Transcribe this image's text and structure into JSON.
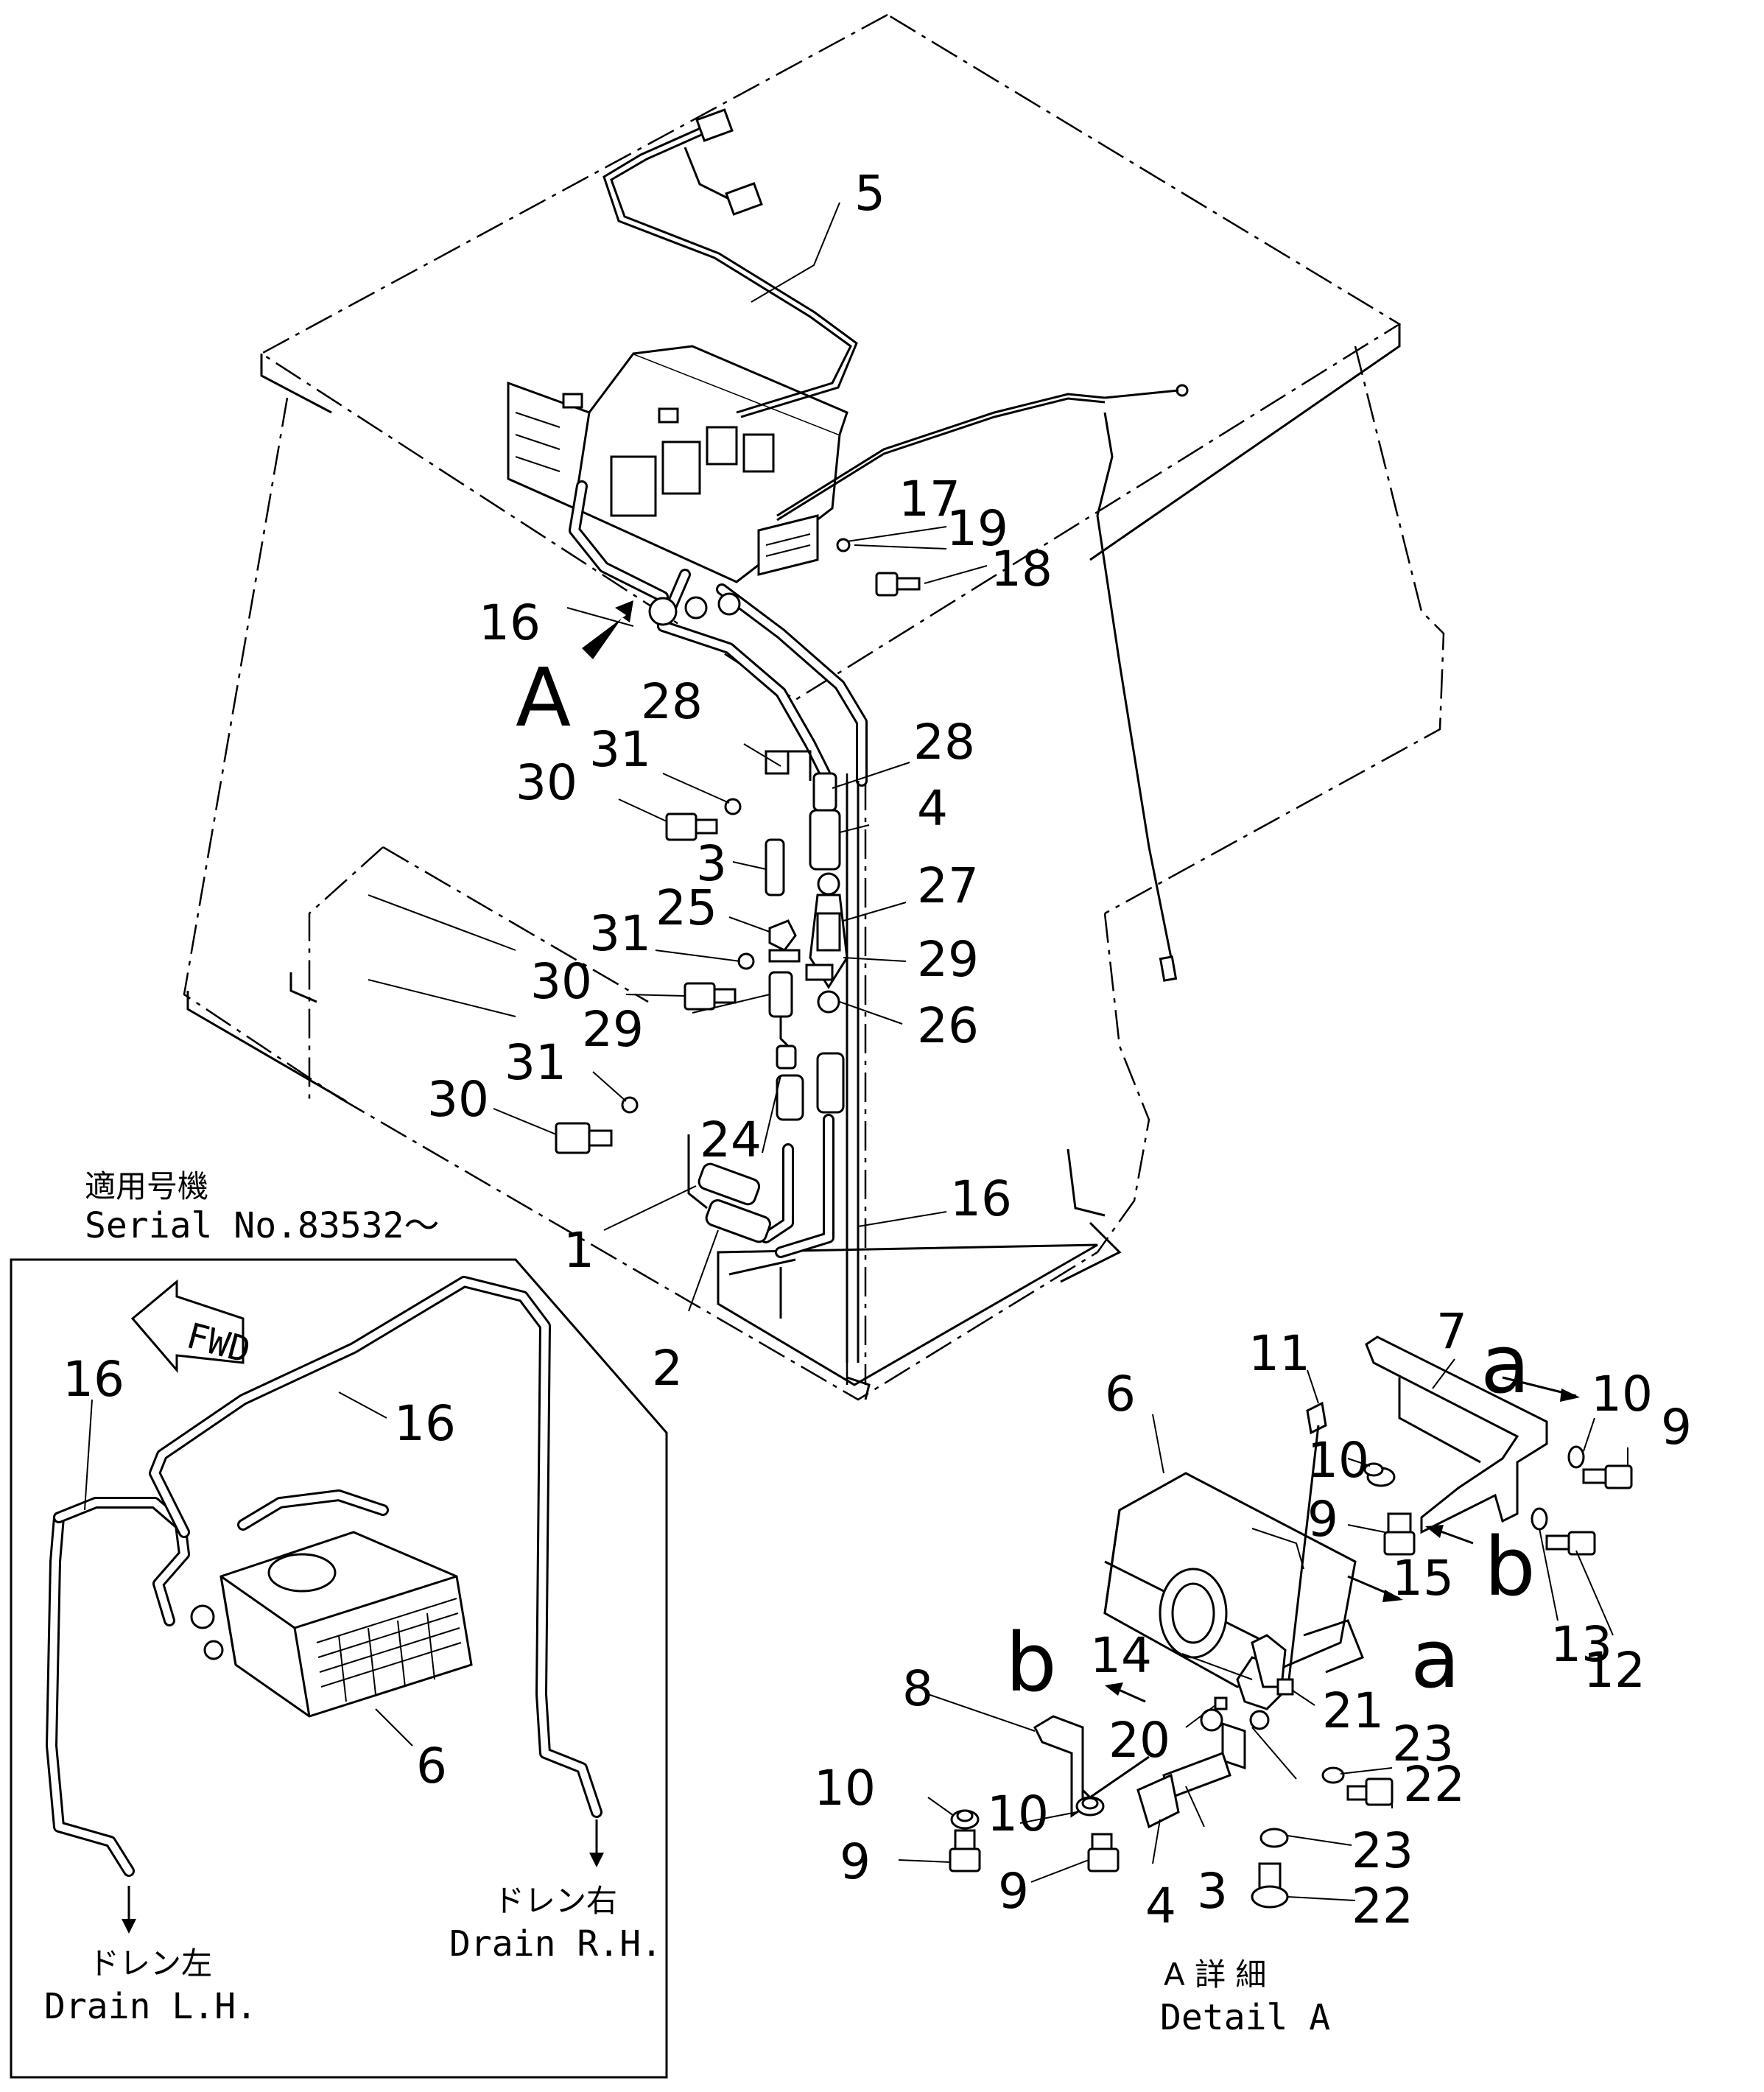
{
  "callouts": {
    "c1": "1",
    "c2": "2",
    "c3": "3",
    "c4": "4",
    "c5": "5",
    "c16_main": "16",
    "c16_lower": "16",
    "c17": "17",
    "c18": "18",
    "c19": "19",
    "c24": "24",
    "c25": "25",
    "c26": "26",
    "c27": "27",
    "c28_left": "28",
    "c28_right": "28",
    "c29_right": "29",
    "c29_left": "29",
    "c30_a": "30",
    "c30_b": "30",
    "c30_c": "30",
    "c31_a": "31",
    "c31_b": "31",
    "c31_c": "31",
    "view_marker": "A"
  },
  "inset": {
    "serial_jp": "適用号機",
    "serial_text": "Serial No.83532～",
    "fwd_label": "FWD",
    "c16_left": "16",
    "c16_right": "16",
    "c6": "6",
    "drain_left_jp": "ドレン左",
    "drain_left": "Drain L.H.",
    "drain_right_jp": "ドレン右",
    "drain_right": "Drain R.H."
  },
  "detail": {
    "c7": "7",
    "c8": "8",
    "c9_a": "9",
    "c9_b": "9",
    "c9_c": "9",
    "c9_d": "9",
    "c10_a": "10",
    "c10_b": "10",
    "c10_c": "10",
    "c10_d": "10",
    "c11": "11",
    "c12": "12",
    "c13": "13",
    "c14": "14",
    "c15": "15",
    "c20": "20",
    "c21": "21",
    "c22_a": "22",
    "c22_b": "22",
    "c23_a": "23",
    "c23_b": "23",
    "c3": "3",
    "c4": "4",
    "c6": "6",
    "label_a_top": "a",
    "label_a_mid": "a",
    "label_b_right": "b",
    "label_b_left": "b",
    "title_jp": "A 詳 細",
    "title": "Detail A"
  }
}
